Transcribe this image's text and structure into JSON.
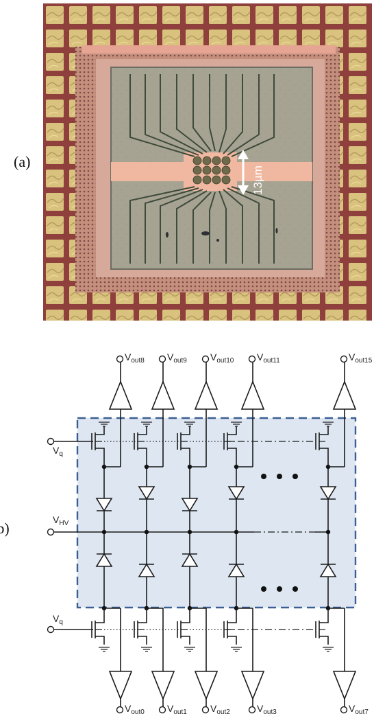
{
  "panels": {
    "a": {
      "label": "(a)",
      "scale_bar": "13µm"
    },
    "b": {
      "label": "(b)"
    }
  },
  "circuit": {
    "top_outputs": [
      {
        "name": "V",
        "sub": "out8"
      },
      {
        "name": "V",
        "sub": "out9"
      },
      {
        "name": "V",
        "sub": "out10"
      },
      {
        "name": "V",
        "sub": "out11"
      },
      {
        "name": "V",
        "sub": "out15"
      }
    ],
    "bottom_outputs": [
      {
        "name": "V",
        "sub": "out0"
      },
      {
        "name": "V",
        "sub": "out1"
      },
      {
        "name": "V",
        "sub": "out2"
      },
      {
        "name": "V",
        "sub": "out3"
      },
      {
        "name": "V",
        "sub": "out7"
      }
    ],
    "inputs": {
      "vq_top": {
        "name": "V",
        "sub": "q"
      },
      "vhv": {
        "name": "V",
        "sub": "HV"
      },
      "vq_bottom": {
        "name": "V",
        "sub": "q"
      }
    },
    "colors": {
      "array_fill": "#dde6f1",
      "array_border": "#3b5f93",
      "die_gold": "#d9c27e",
      "die_red": "#a35446",
      "die_core": "#a4a08f"
    }
  }
}
